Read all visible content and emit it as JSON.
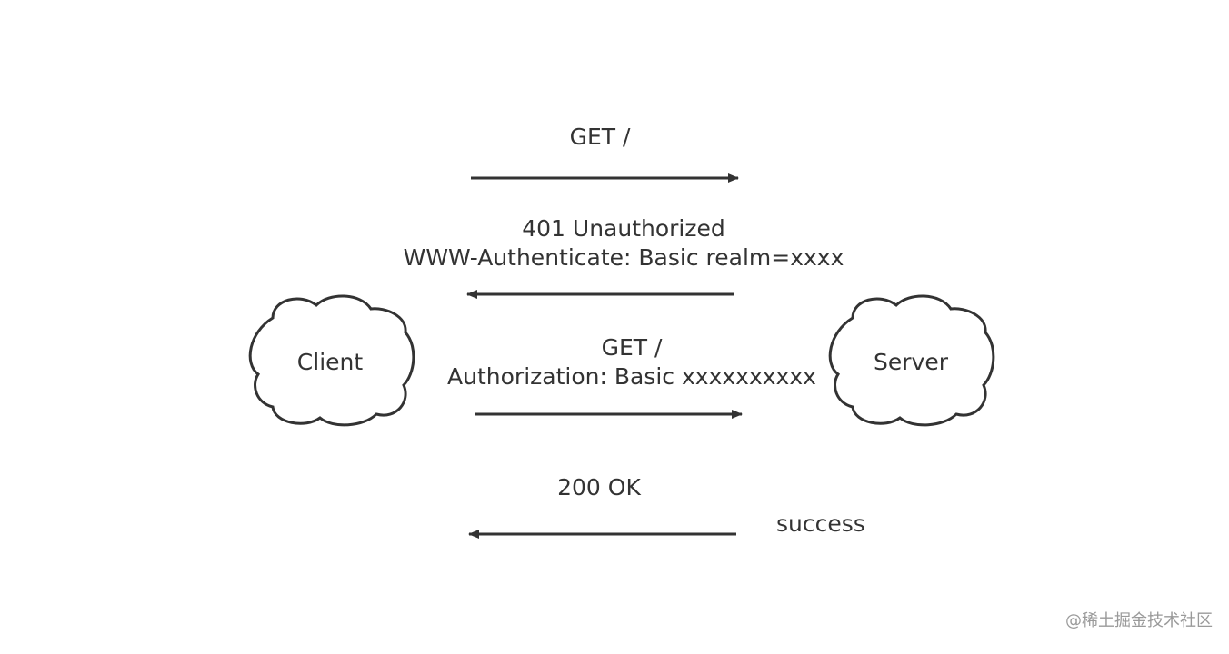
{
  "nodes": {
    "client": "Client",
    "server": "Server"
  },
  "messages": {
    "m1": {
      "line1": "GET /"
    },
    "m2": {
      "line1": "401 Unauthorized",
      "line2": "WWW-Authenticate: Basic realm=xxxx"
    },
    "m3": {
      "line1": "GET /",
      "line2": "Authorization: Basic xxxxxxxxxx"
    },
    "m4": {
      "line1": "200 OK",
      "note": "success"
    }
  },
  "watermark": "@稀土掘金技术社区",
  "colors": {
    "stroke": "#333333",
    "text": "#333333",
    "watermark": "#9a9a9a",
    "background": "#ffffff"
  }
}
